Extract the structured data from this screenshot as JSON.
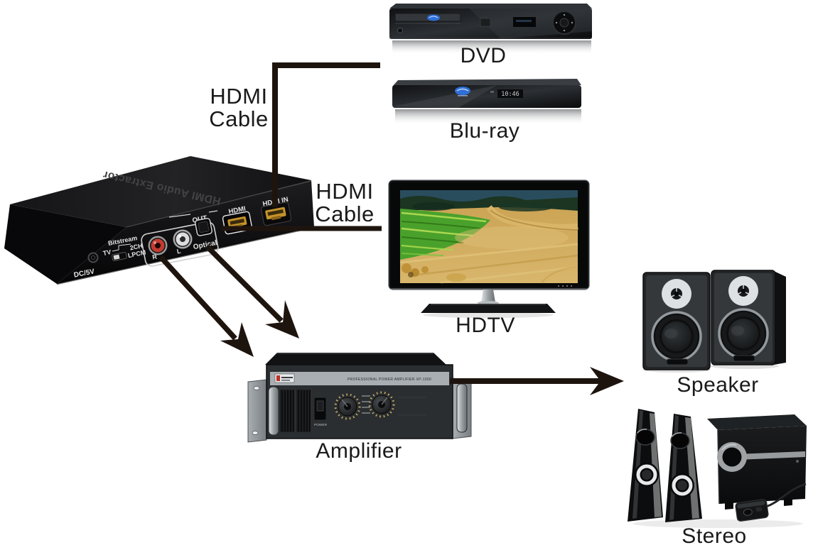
{
  "labels": {
    "cable_top": "HDMI Cable",
    "cable_mid": "HDMI Cable",
    "dvd": "DVD",
    "bluray": "Blu-ray",
    "hdtv": "HDTV",
    "amplifier": "Amplifier",
    "speaker": "Speaker",
    "stereo": "Stereo"
  },
  "extractor": {
    "top_text": "HDMI Audio Extractor",
    "dc_label": "DC/5V",
    "bitstream_label": "Bitstream",
    "tv_label": "TV",
    "ch2_label": "2CH",
    "lpcm_label": "LPCM",
    "rca_r_label": "R",
    "rca_l_label": "L",
    "optical_label": "Optical",
    "out_label": "OUT",
    "hdmi_out_label": "HDMI",
    "hdmi_in_label": "HDMI IN"
  },
  "amplifier": {
    "power_label": "POWER",
    "brand_text": "PROFESSIONAL POWER AMPLIFIER XP-1000"
  },
  "bluray": {
    "display_time": "10:46"
  },
  "colors": {
    "background": "#ffffff",
    "connector_line": "#1e140e",
    "label_text": "#1a1a1a",
    "rca_red": "#c23b30",
    "hdmi_gold": "#c5932b",
    "bluray_blue": "#2f6fd8"
  }
}
